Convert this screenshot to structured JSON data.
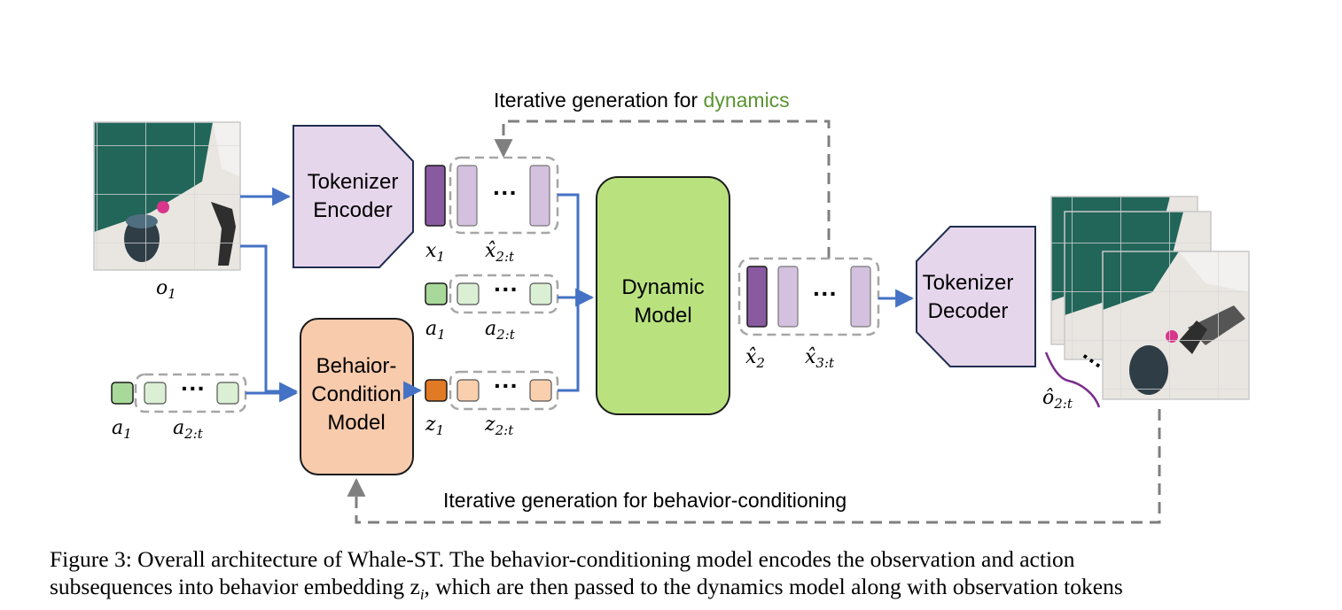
{
  "loop_top": {
    "prefix": "Iterative generation for ",
    "highlight": "dynamics",
    "highlight_color": "#5a9431"
  },
  "loop_bottom": {
    "label": "Iterative generation for behavior-conditioning"
  },
  "blocks": {
    "encoder": {
      "line1": "Tokenizer",
      "line2": "Encoder"
    },
    "behavior": {
      "line1": "Behaior-",
      "line2": "Condition",
      "line3": "Model"
    },
    "dynamic": {
      "line1": "Dynamic",
      "line2": "Model"
    },
    "decoder": {
      "line1": "Tokenizer",
      "line2": "Decoder"
    }
  },
  "labels": {
    "o1": {
      "base": "o",
      "sub": "1"
    },
    "x1": {
      "base": "x",
      "sub": "1"
    },
    "x_2t": {
      "base": "x̂",
      "sub": "2:t"
    },
    "a1_mid": {
      "base": "a",
      "sub": "1"
    },
    "a_2t_mid": {
      "base": "a",
      "sub": "2:t"
    },
    "z1": {
      "base": "z",
      "sub": "1"
    },
    "z_2t": {
      "base": "z",
      "sub": "2:t"
    },
    "a1_left": {
      "base": "a",
      "sub": "1"
    },
    "a_2t_left": {
      "base": "a",
      "sub": "2:t"
    },
    "xh2": {
      "base": "x̂",
      "sub": "2"
    },
    "xh_3t": {
      "base": "x̂",
      "sub": "3:t"
    },
    "oh_2t": {
      "base": "ô",
      "sub": "2:t"
    }
  },
  "colors": {
    "arrow_blue": "#4472c4",
    "purple_dark": "#8a5aa1",
    "purple_light": "#d3c1df",
    "green_dark": "#a8d99a",
    "green_light": "#daefd4",
    "orange_dark": "#e07a24",
    "orange_light": "#f9cfae",
    "block_purple": "#e6d6ec",
    "block_green": "#b9e27f",
    "block_orange": "#f8cbac",
    "dashed_gray": "#7f7f7f"
  },
  "caption": {
    "line1": "Figure 3: Overall architecture of Whale-ST. The behavior-conditioning model encodes the observation and action",
    "line2": "subsequences into behavior embedding z",
    "line2_sub": "i",
    "line2_rest": ", which are then passed to the dynamics model along with observation tokens"
  }
}
